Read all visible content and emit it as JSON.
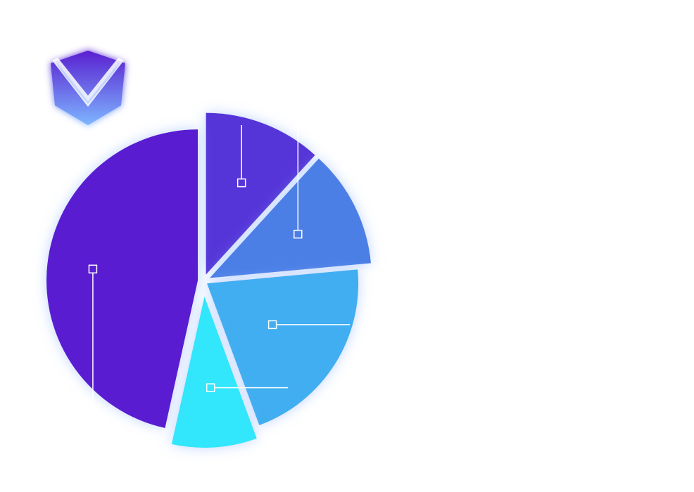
{
  "chart_data": {
    "type": "pie",
    "values": [
      11,
      11,
      19.5,
      8.5,
      43.5
    ],
    "colors": [
      "#5536d8",
      "#4b7fe5",
      "#41aef0",
      "#33e6fb",
      "#5a1fd1"
    ],
    "start_angle_deg": 0,
    "legend": "none",
    "grid": false,
    "title": ""
  },
  "logo": {
    "icon": "chevron-shield-logo",
    "colors": [
      "#5a1fd1",
      "#7db6ff"
    ]
  }
}
